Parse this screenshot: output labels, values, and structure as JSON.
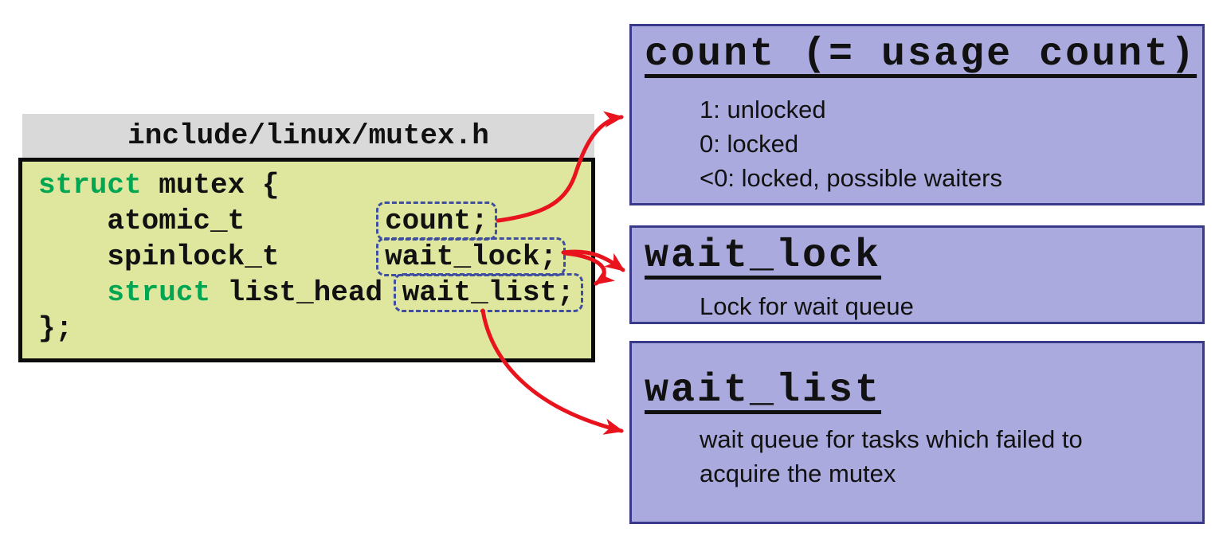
{
  "file_header": {
    "path": "include/linux/mutex.h"
  },
  "code": {
    "language": "c",
    "lines": [
      [
        {
          "text": "struct",
          "style": "keyword"
        },
        {
          "text": " mutex {",
          "style": "plain"
        }
      ],
      [
        {
          "text": "    atomic_t        ",
          "style": "plain"
        },
        {
          "text": "count;",
          "style": "field"
        }
      ],
      [
        {
          "text": "    spinlock_t      ",
          "style": "plain"
        },
        {
          "text": "wait_lock;",
          "style": "field"
        }
      ],
      [
        {
          "text": "    ",
          "style": "plain"
        },
        {
          "text": "struct",
          "style": "keyword"
        },
        {
          "text": " list_head ",
          "style": "plain"
        },
        {
          "text": "wait_list;",
          "style": "field"
        }
      ],
      [
        {
          "text": "};",
          "style": "plain"
        }
      ]
    ]
  },
  "notes": [
    {
      "id": "count",
      "title": "count (= usage count)",
      "lines": [
        "1: unlocked",
        "0: locked",
        "<0: locked, possible waiters"
      ]
    },
    {
      "id": "wait_lock",
      "title": "wait_lock",
      "lines": [
        "Lock for wait queue"
      ]
    },
    {
      "id": "wait_list",
      "title": "wait_list",
      "lines": [
        "wait queue for tasks which failed to",
        "acquire the mutex"
      ]
    }
  ],
  "arrows": [
    {
      "from": "count-field",
      "to": "note-count"
    },
    {
      "from": "wait_lock-field",
      "to": "note-wait_lock"
    },
    {
      "from": "wait_lock-field",
      "to": "wait_list-field"
    },
    {
      "from": "wait_list-field",
      "to": "note-wait_list"
    }
  ],
  "colors": {
    "code_background": "#dfe79f",
    "header_background": "#d9d9d9",
    "note_background": "#aaaade",
    "note_border": "#3a3a8a",
    "field_outline": "#3f4e9e",
    "arrow": "#e8131d",
    "keyword": "#00a651",
    "text": "#111111"
  }
}
